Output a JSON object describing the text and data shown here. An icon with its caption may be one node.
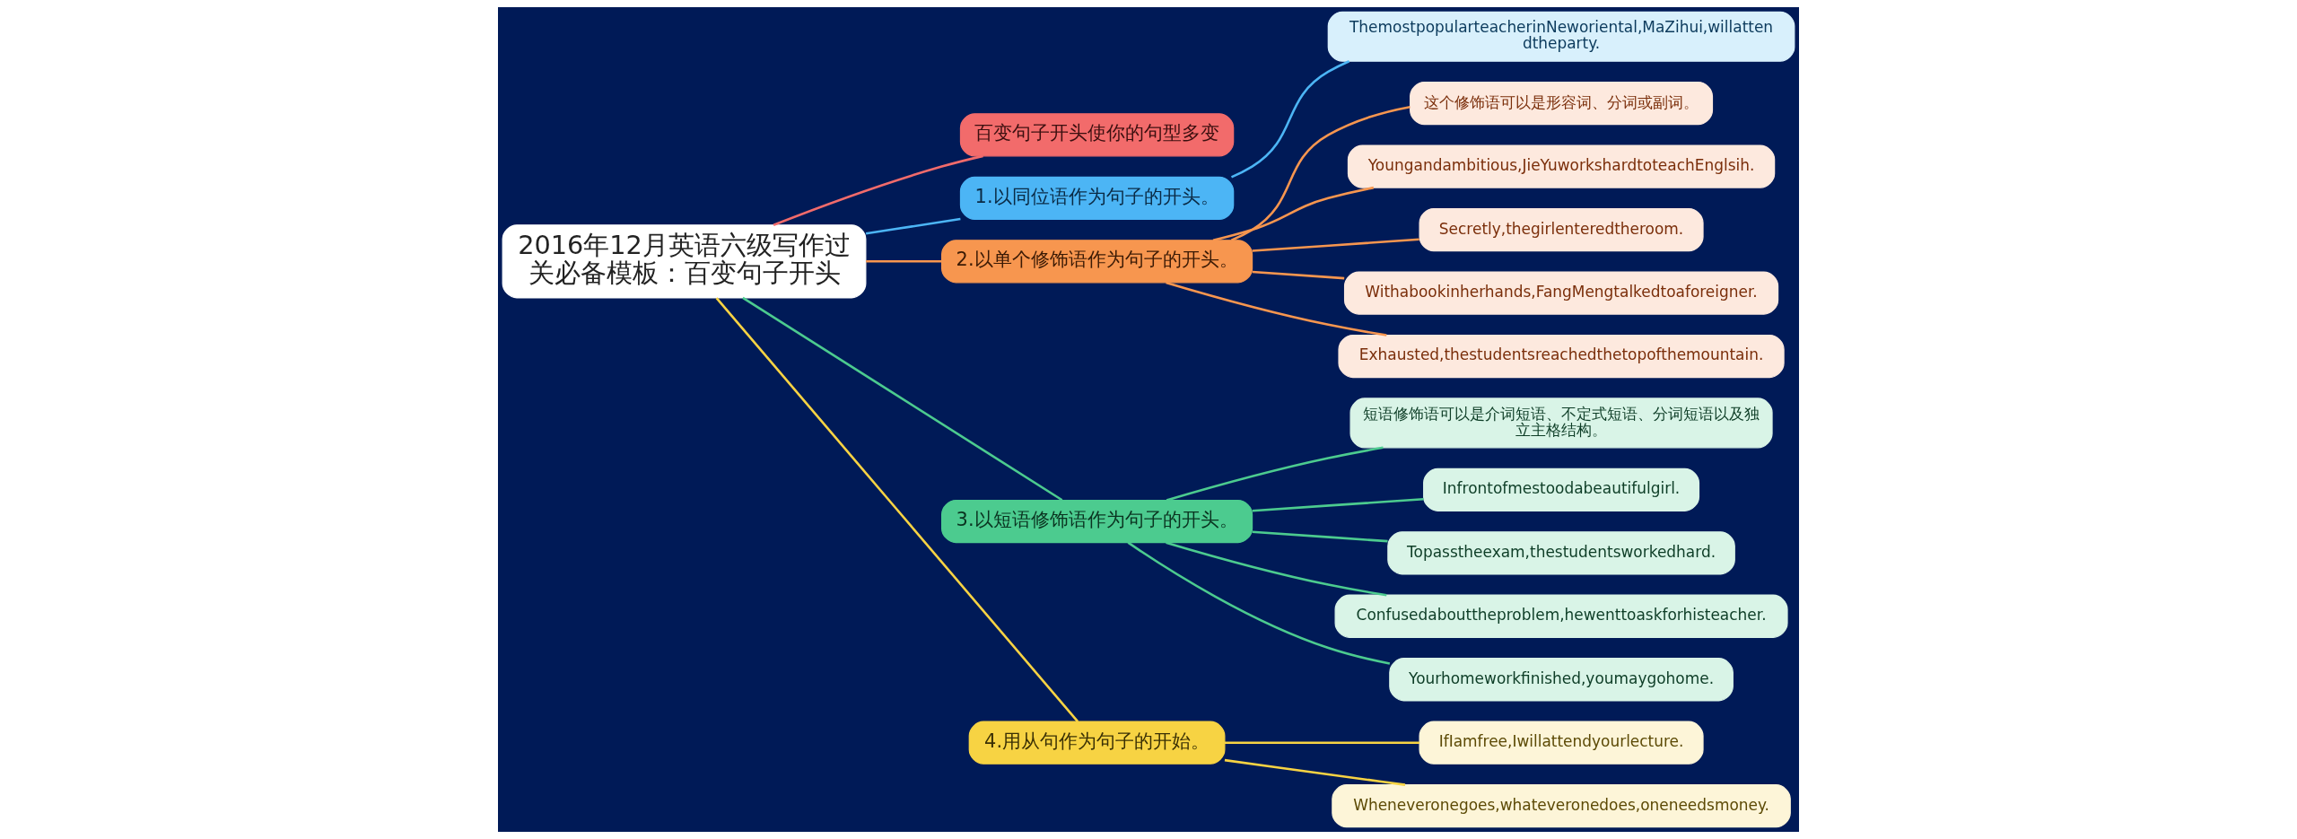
{
  "diagram": {
    "nodes": [
      {
        "text": [
          "2016年12月英语六级写作过关必备模板：百变句子开头"
        ]
      },
      {
        "text": [
          "百变句子开头使你的句型多变"
        ]
      },
      {
        "text": [
          "1.以同位语作为句子的开头。"
        ]
      },
      {
        "text": [
          "ThemostpopularteacherinNeworiental,MaZihui,willattendtheparty."
        ]
      },
      {
        "text": [
          "2.以单个修饰语作为句子的开头。"
        ]
      },
      {
        "text": [
          "这个修饰语可以是形容词、分词或副词。"
        ]
      },
      {
        "text": [
          "Youngandambitious,JieYuworkshardtoteachEnglsih."
        ]
      },
      {
        "text": [
          "Secretly,thegirlenteredtheroom."
        ]
      },
      {
        "text": [
          "Withabookinherhands,FangMengtalkedtoaforeigner."
        ]
      },
      {
        "text": [
          "Exhausted,thestudentsreachedthetopofthemountain."
        ]
      },
      {
        "text": [
          "3.以短语修饰语作为句子的开头。"
        ]
      },
      {
        "text": [
          "短语修饰语可以是介词短语、不定式短语、分词短语以及独立主格结构。"
        ]
      },
      {
        "text": [
          "Infrontofmestoodabeautifulgirl."
        ]
      },
      {
        "text": [
          "Topasstheexam,thestudentsworkedhard."
        ]
      },
      {
        "text": [
          "Confusedabouttheproblem,hewenttoaskforhisteacher."
        ]
      },
      {
        "text": [
          "Yourhomeworkfinished,youmaygohome."
        ]
      },
      {
        "text": [
          "4.用从句作为句子的开始。"
        ]
      },
      {
        "text": [
          "IfIamfree,Iwillattendyourlecture."
        ]
      },
      {
        "text": [
          "Wheneveronegoes,whateveronedoes,oneneedsmoney."
        ]
      }
    ],
    "edges": [
      {
        "from": 0,
        "to": 1,
        "arrow": "none",
        "color": "#f26b6b"
      },
      {
        "from": 0,
        "to": 2,
        "arrow": "none",
        "color": "#4cb5f5"
      },
      {
        "from": 2,
        "to": 3,
        "arrow": "none",
        "color": "#4cb5f5"
      },
      {
        "from": 0,
        "to": 4,
        "arrow": "none",
        "color": "#f7964f"
      },
      {
        "from": 4,
        "to": 5,
        "arrow": "none",
        "color": "#f7964f"
      },
      {
        "from": 4,
        "to": 6,
        "arrow": "none",
        "color": "#f7964f"
      },
      {
        "from": 4,
        "to": 7,
        "arrow": "none",
        "color": "#f7964f"
      },
      {
        "from": 4,
        "to": 8,
        "arrow": "none",
        "color": "#f7964f"
      },
      {
        "from": 4,
        "to": 9,
        "arrow": "none",
        "color": "#f7964f"
      },
      {
        "from": 0,
        "to": 10,
        "arrow": "none",
        "color": "#4ccb8f"
      },
      {
        "from": 10,
        "to": 11,
        "arrow": "none",
        "color": "#4ccb8f"
      },
      {
        "from": 10,
        "to": 12,
        "arrow": "none",
        "color": "#4ccb8f"
      },
      {
        "from": 10,
        "to": 13,
        "arrow": "none",
        "color": "#4ccb8f"
      },
      {
        "from": 10,
        "to": 14,
        "arrow": "none",
        "color": "#4ccb8f"
      },
      {
        "from": 10,
        "to": 15,
        "arrow": "none",
        "color": "#4ccb8f"
      },
      {
        "from": 0,
        "to": 16,
        "arrow": "none",
        "color": "#f7d343"
      },
      {
        "from": 16,
        "to": 17,
        "arrow": "none",
        "color": "#f7d343"
      },
      {
        "from": 16,
        "to": 18,
        "arrow": "none",
        "color": "#f7d343"
      }
    ]
  }
}
